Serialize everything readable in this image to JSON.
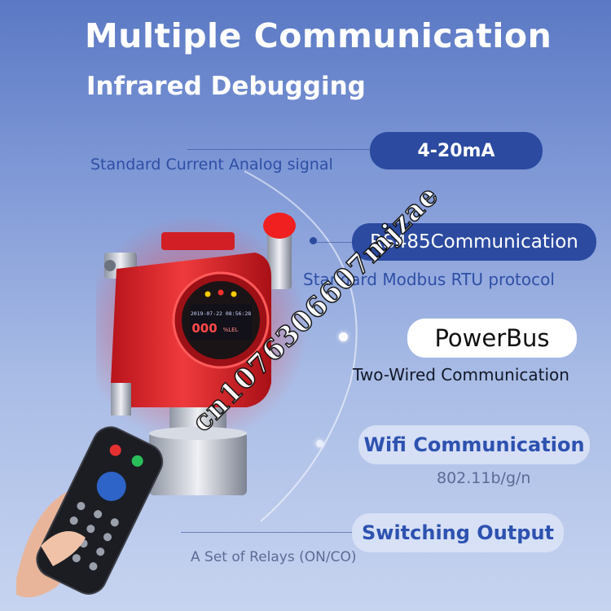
{
  "header": {
    "title": "Multiple Communication",
    "subtitle": "Infrared Debugging"
  },
  "features": [
    {
      "label": "4-20mA",
      "description": "Standard Current Analog signal"
    },
    {
      "label": "RS485Communication",
      "description": "Standard Modbus RTU protocol"
    },
    {
      "label": "PowerBus",
      "description": "Two-Wired Communication"
    },
    {
      "label": "Wifi Communication",
      "description": "802.11b/g/n"
    },
    {
      "label": "Switching Output",
      "description": "A Set of Relays (ON/CO)"
    }
  ],
  "device": {
    "screen_time": "2019-07-22  08:56:28",
    "screen_reading": "000",
    "screen_unit": "%LEL"
  },
  "watermark": "cn1076306607mjzae",
  "colors": {
    "device_red": "#e8242a",
    "pill_dark": "#2b4aa0",
    "pill_light": "#dce4f7",
    "accent_text": "#2d52b0"
  }
}
